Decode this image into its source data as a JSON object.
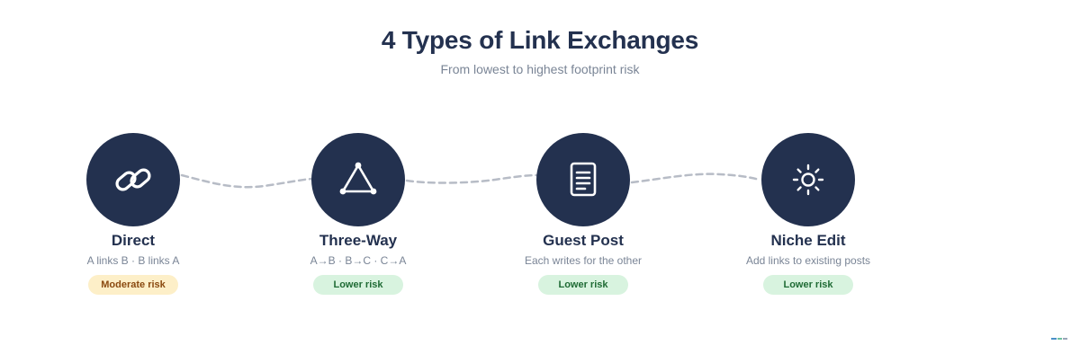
{
  "header": {
    "title": "4 Types of Link Exchanges",
    "subtitle": "From lowest to highest footprint risk"
  },
  "steps": [
    {
      "name": "Direct",
      "description": "A links B · B links A",
      "risk": "Moderate risk",
      "risk_level": "moderate",
      "icon": "chain-link-icon"
    },
    {
      "name": "Three-Way",
      "description": "A→B · B→C · C→A",
      "risk": "Lower risk",
      "risk_level": "lower",
      "icon": "triangle-nodes-icon"
    },
    {
      "name": "Guest Post",
      "description": "Each writes for the other",
      "risk": "Lower risk",
      "risk_level": "lower",
      "icon": "document-icon"
    },
    {
      "name": "Niche Edit",
      "description": "Add links to existing posts",
      "risk": "Lower risk",
      "risk_level": "lower",
      "icon": "sun-icon"
    }
  ],
  "colors": {
    "navy": "#23314f",
    "muted_text": "#7a8596",
    "connector": "#b7bcc6",
    "moderate_bg": "#fdefc8",
    "moderate_text": "#8a4a10",
    "lower_bg": "#d8f3df",
    "lower_text": "#1f6b35"
  }
}
